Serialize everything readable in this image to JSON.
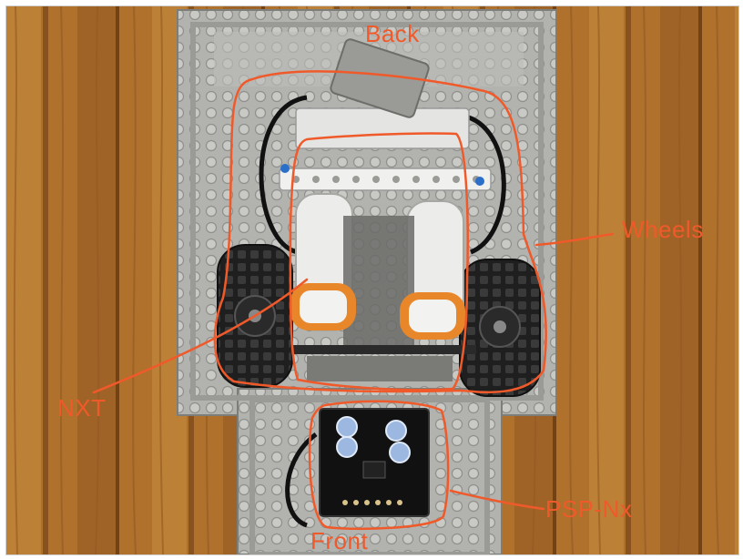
{
  "labels": {
    "back": "Back",
    "wheels": "Wheels",
    "nxt": "NXT",
    "psp": "PSP-Nx",
    "front": "Front"
  },
  "colors": {
    "annotation": "#f05a2a",
    "floor": "#b9782f",
    "lego_base": "#b4b4b0",
    "nxt_white": "#ececea",
    "accent_orange": "#e8872a",
    "tire": "#1e1e1e",
    "board": "#111111"
  }
}
